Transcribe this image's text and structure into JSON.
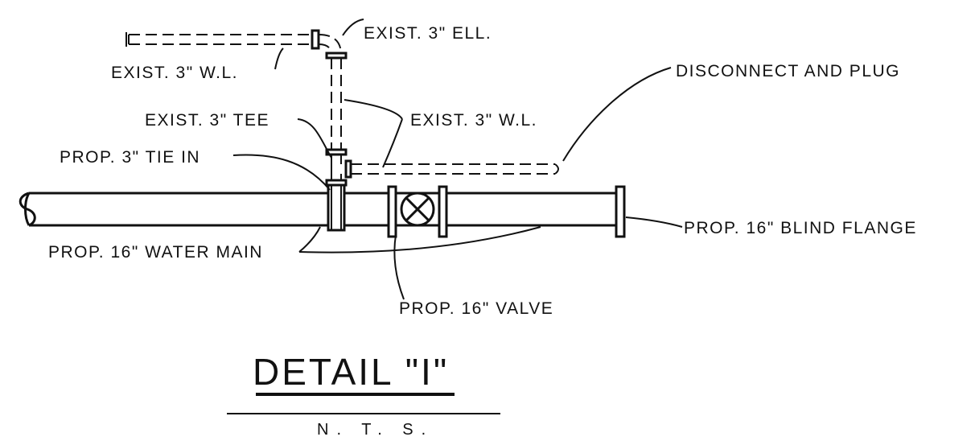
{
  "labels": {
    "exist_ell": "EXIST. 3\" ELL.",
    "exist_wl_top": "EXIST. 3\" W.L.",
    "disconnect": "DISCONNECT AND PLUG",
    "exist_tee": "EXIST. 3\" TEE",
    "exist_wl_mid": "EXIST. 3\" W.L.",
    "prop_tie_in": "PROP. 3\" TIE IN",
    "prop_water_main": "PROP. 16\" WATER MAIN",
    "prop_blind_flange": "PROP. 16\" BLIND FLANGE",
    "prop_valve": "PROP. 16\" VALVE"
  },
  "title": {
    "main": "DETAIL \"I\"",
    "scale": "N. T. S."
  }
}
